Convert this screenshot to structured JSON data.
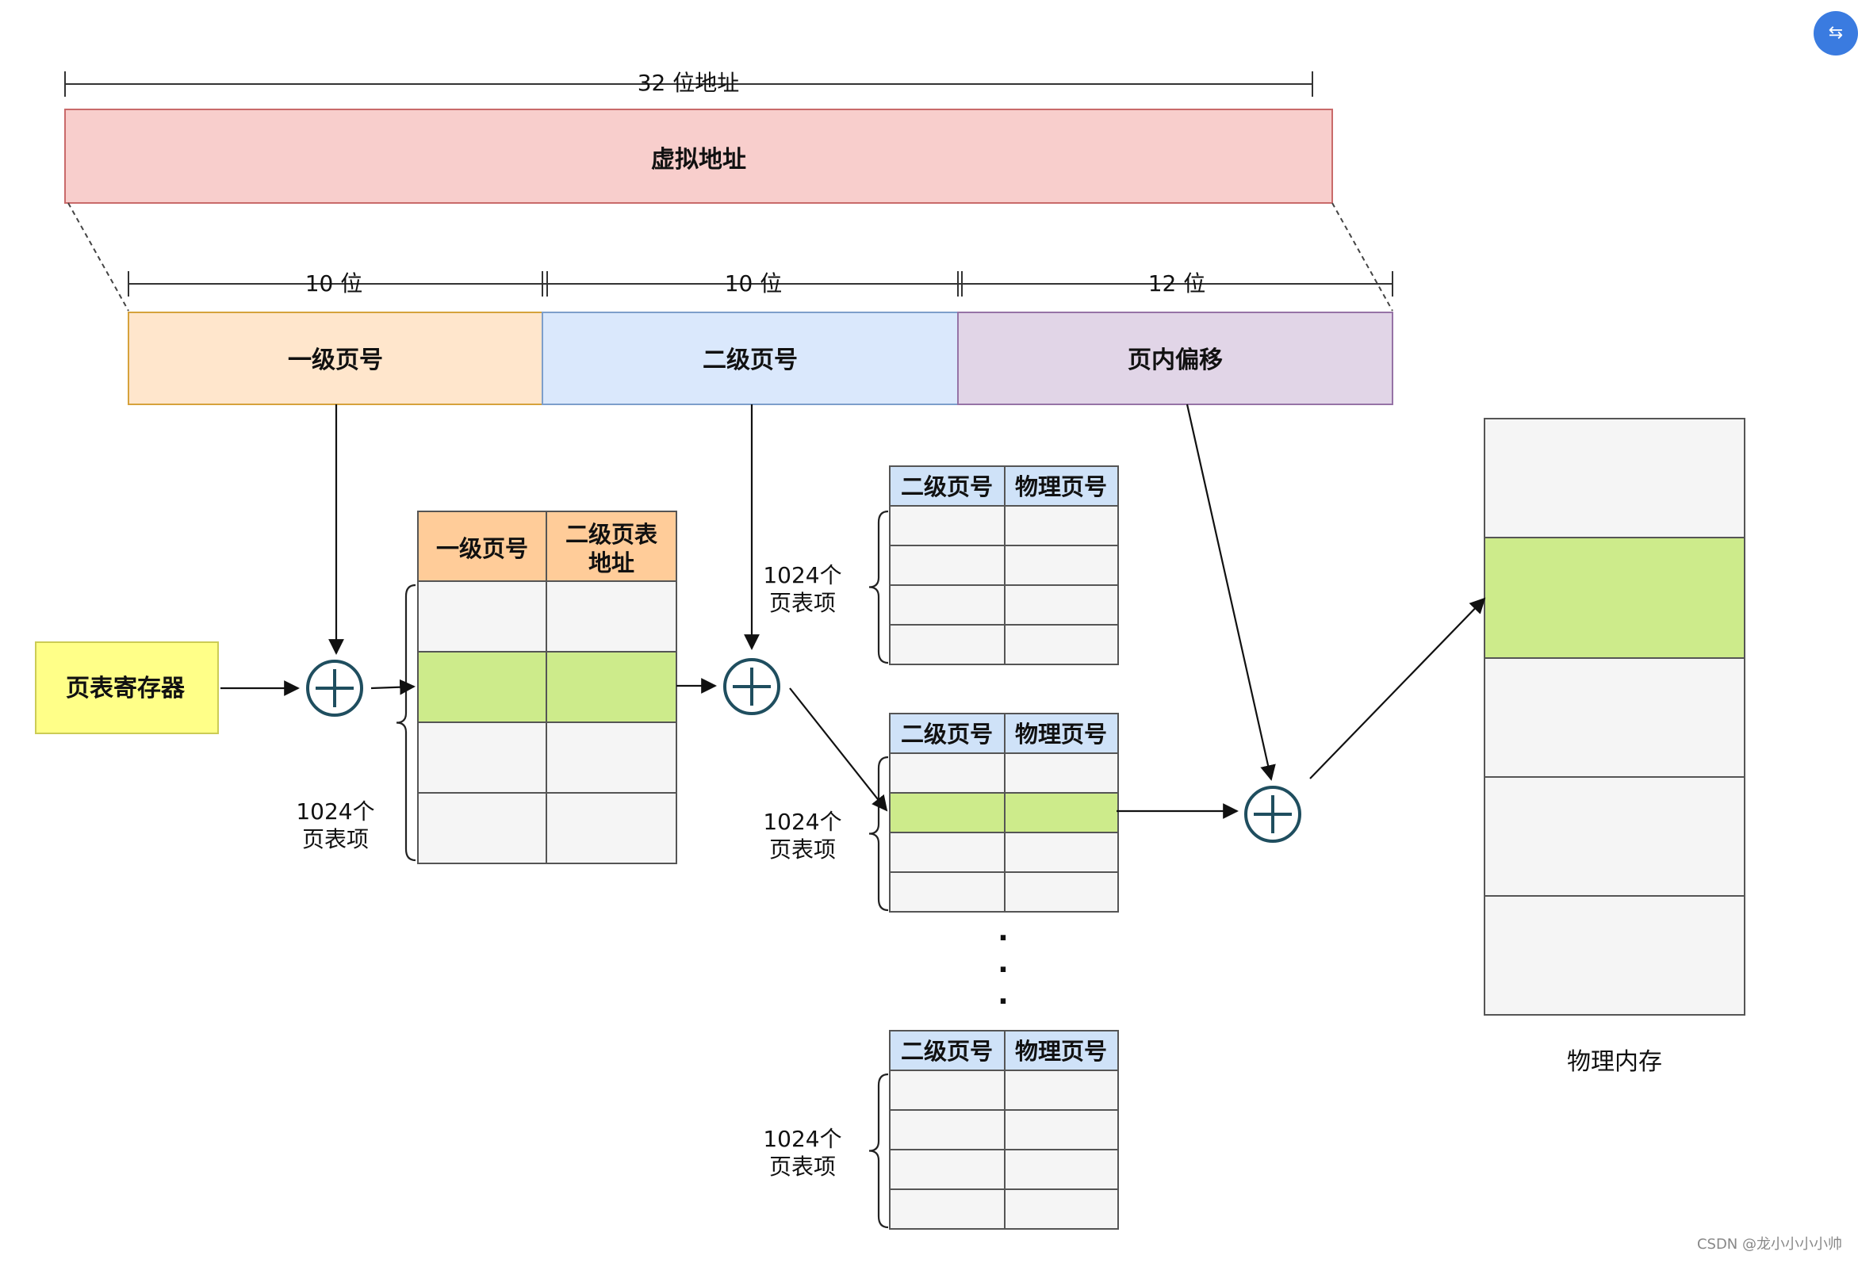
{
  "labels": {
    "address_bits": "32 位地址",
    "virtual_address": "虚拟地址",
    "bits_level1": "10 位",
    "bits_level2": "10 位",
    "bits_offset": "12 位",
    "level1_page_number": "一级页号",
    "level2_page_number": "二级页号",
    "page_offset": "页内偏移",
    "page_table_register": "页表寄存器",
    "entries_count": "1024个",
    "entries_unit": "页表项",
    "physical_memory": "物理内存",
    "ellipsis": "·"
  },
  "level1_table": {
    "col1": "一级页号",
    "col2_line1": "二级页表",
    "col2_line2": "地址",
    "highlight_row": 2
  },
  "level2_table": {
    "col1": "二级页号",
    "col2": "物理页号"
  },
  "physical_memory": {
    "blocks": 5,
    "highlight_block": 2
  },
  "watermark": "CSDN @龙小小小小帅",
  "colors": {
    "virtual": "#f8cecc",
    "virtual_border": "#c96a6a",
    "level1": "#ffe6cc",
    "level1_border": "#d6a23c",
    "level2": "#dae8fc",
    "level2_border": "#7d9fcb",
    "offset": "#e1d5e7",
    "offset_border": "#9673a6",
    "register": "#ffff88",
    "table_header": "#ffcc99",
    "table_header2": "#cfe2f8",
    "cell": "#f5f5f5",
    "highlight": "#cdeb8b",
    "adder": "#1f4e5f"
  },
  "icons": [
    "plus-circle-icon",
    "arrow-icon",
    "brace-icon"
  ]
}
